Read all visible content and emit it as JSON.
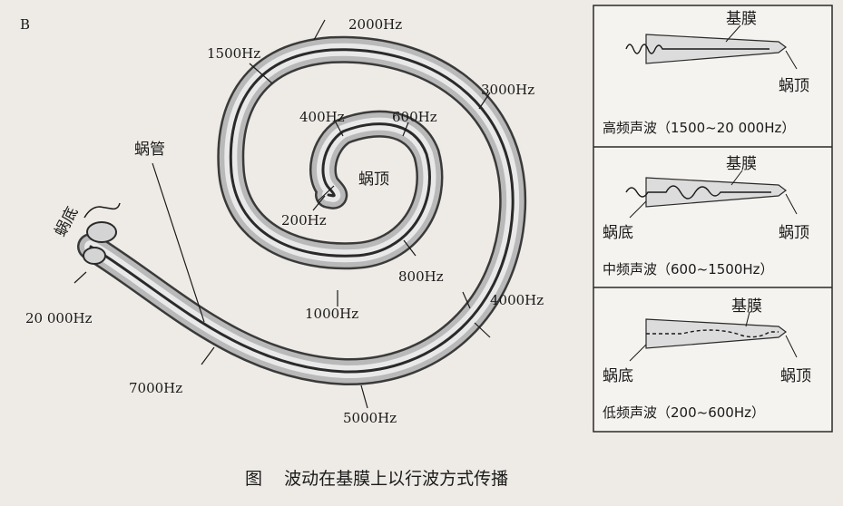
{
  "panel_letter": "B",
  "cochlea": {
    "base_label": "蜗底",
    "canal_label": "蜗管",
    "apex_label": "蜗顶",
    "freq_labels": {
      "f20000": "20 000Hz",
      "f7000": "7000Hz",
      "f5000": "5000Hz",
      "f4000": "4000Hz",
      "f3000": "3000Hz",
      "f2000": "2000Hz",
      "f1500": "1500Hz",
      "f1000": "1000Hz",
      "f800": "800Hz",
      "f600": "600Hz",
      "f400": "400Hz",
      "f200": "200Hz"
    }
  },
  "panels": [
    {
      "membrane": "基膜",
      "base": "",
      "apex": "蜗顶",
      "caption": "高频声波（1500~20 000Hz）"
    },
    {
      "membrane": "基膜",
      "base": "蜗底",
      "apex": "蜗顶",
      "caption": "中频声波（600~1500Hz）"
    },
    {
      "membrane": "基膜",
      "base": "蜗底",
      "apex": "蜗顶",
      "caption": "低频声波（200~600Hz）"
    }
  ],
  "figure_caption": "图    波动在基膜上以行波方式传播"
}
